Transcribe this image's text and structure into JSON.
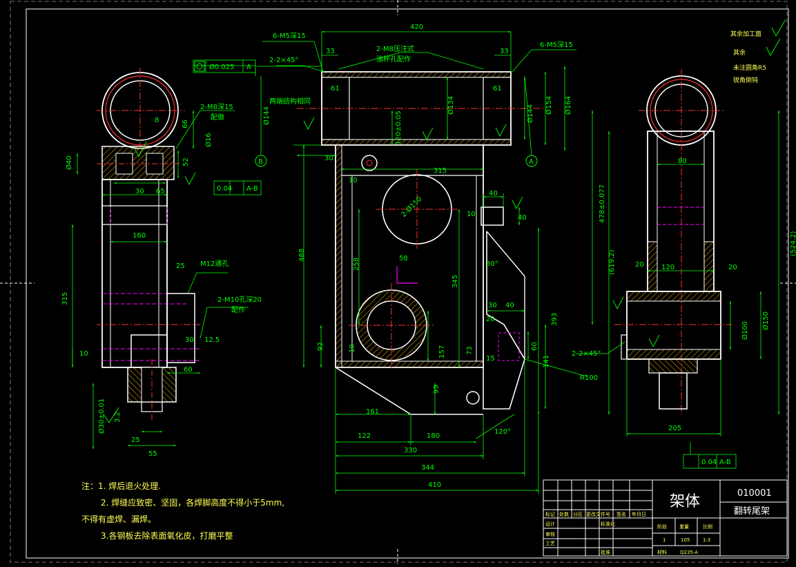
{
  "colors": {
    "background": "#000000",
    "outline": "#ffffff",
    "dimension": "#00ff00",
    "centerline": "#ff3030",
    "hidden": "#ff00ff",
    "hatch": "#cc9900",
    "text": "#ffff55",
    "datum": "#00ffff"
  },
  "dimensions": {
    "d420": "420",
    "d33a": "33",
    "d33b": "33",
    "d2m8": "2-M8压注式",
    "d2m8b": "油杯孔配作",
    "d6m5a": "6-M5深15",
    "d6m5b": "6-M5深15",
    "d2x45a": "2-2×45°",
    "dtol": "Ø0.025",
    "dA": "A",
    "d61a": "61",
    "d61b": "61",
    "dphi144a": "Ø144",
    "dphi144b": "Ø144",
    "dphi134": "Ø134",
    "dphi154": "Ø154",
    "dphi164": "Ø164",
    "dphi120": "120±0.05",
    "dweld": "两端结构相同",
    "d30a": "30",
    "d10a": "10",
    "d315": "315",
    "d2phi150": "2-Ø150",
    "d58": "58",
    "d488": "488",
    "d258": "258",
    "d345": "345",
    "d30deg": "30°",
    "d40a": "40",
    "d40b": "40",
    "d10b": "10",
    "d30b": "30",
    "d40c": "40",
    "d20": "20",
    "d393": "393",
    "d60": "60",
    "d141": "141",
    "d92": "92",
    "d10c": "10",
    "d157": "157",
    "d73": "73",
    "d15": "15",
    "dR100": "R100",
    "d95": "95",
    "d161": "161",
    "d122": "122",
    "d180": "180",
    "d120deg": "120°",
    "d330": "330",
    "d344": "344",
    "d410": "410",
    "l2m8": "2-M8深15",
    "l2m8b": "配做",
    "l66": "66",
    "l52": "52",
    "l8": "8",
    "lphi16": "Ø16",
    "lphi40": "Ø40",
    "l30": "30",
    "l65": "65",
    "l004": "0.04",
    "lAB": "A-B",
    "l160": "160",
    "l25": "25",
    "lm12": "M12通孔",
    "l315": "315",
    "l2m10": "2-M10孔深20",
    "l2m10b": "配作",
    "l30b": "30",
    "l125": "12.5",
    "l60": "60",
    "l10": "10",
    "lphi30": "Ø30±0.01",
    "l25b": "25",
    "l55": "55",
    "l32": "3.2",
    "r80": "80",
    "r4780": "478±0.077",
    "r6192": "(619.2)",
    "r5242": "(524.2)",
    "r20a": "20",
    "r120": "120",
    "r20b": "20",
    "r2x45": "2-2×45°",
    "rphi100": "Ø100",
    "rphi150": "Ø150",
    "r205": "205",
    "r004": "0.04",
    "rAB": "A-B",
    "mark_A": "A",
    "mark_B": "B"
  },
  "roughness_notes": {
    "rest": "其余加工面",
    "rest2": "其余",
    "fillet": "未注圆角R5",
    "chamfer": "锐角倒钝"
  },
  "notes": {
    "line1": "注：1. 焊后退火处理.",
    "line2": "2. 焊缝应致密、坚固，各焊脚高度不得小于5mm,",
    "line3": "不得有虚焊、漏焊。",
    "line4": "3.各钢板去除表面氧化皮，打磨平整"
  },
  "title_block": {
    "part_name": "架体",
    "drawing_no": "010001",
    "assembly": "翻转尾架",
    "hdr_mark": "标记",
    "hdr_count": "处数",
    "hdr_zone": "分区",
    "hdr_docno": "更改文件号",
    "hdr_sign": "签名",
    "hdr_date": "年月日",
    "design": "设计",
    "standard": "标准化",
    "check": "审核",
    "craft": "工艺",
    "approve": "批准",
    "stage": "阶段",
    "weight": "重量",
    "scale": "比例",
    "qty": "1",
    "weight_val": "105",
    "scale_val": "1:3",
    "material_label": "材料",
    "material": "Q235-A"
  }
}
